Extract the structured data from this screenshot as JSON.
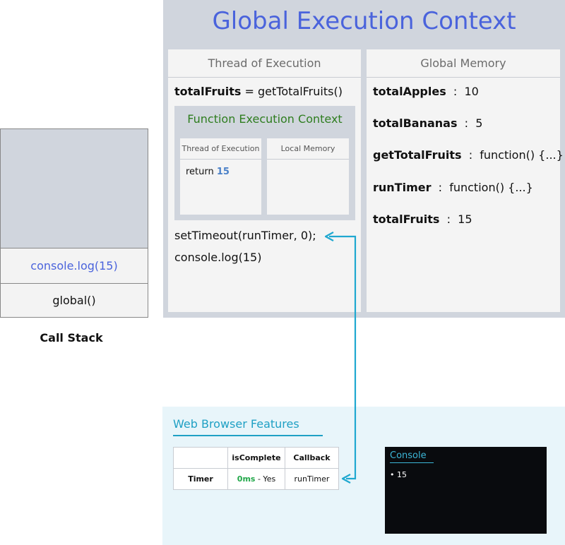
{
  "gec": {
    "title": "Global Execution Context",
    "thread": {
      "header": "Thread of Execution",
      "line1_bold": "totalFruits",
      "line1_rest": " = getTotalFruits()",
      "line2": "setTimeout(runTimer, 0);",
      "line3": "console.log(15)"
    },
    "fec": {
      "title": "Function Execution Context",
      "thread_header": "Thread of Execution",
      "local_header": "Local Memory",
      "return_kw": "return ",
      "return_val": "15"
    },
    "memory": {
      "header": "Global Memory",
      "rows": [
        {
          "name": "totalApples",
          "value": "10"
        },
        {
          "name": "totalBananas",
          "value": "5"
        },
        {
          "name": "getTotalFruits",
          "value": "function() {...}"
        },
        {
          "name": "runTimer",
          "value": "function() {...}"
        },
        {
          "name": "totalFruits",
          "value": "15"
        }
      ]
    }
  },
  "call_stack": {
    "frames": [
      "console.log(15)",
      "global()"
    ],
    "label": "Call Stack"
  },
  "web_browser": {
    "title": "Web Browser Features",
    "table": {
      "headers": [
        "",
        "isComplete",
        "Callback"
      ],
      "row": {
        "name": "Timer",
        "time": "0ms",
        "status": " - Yes",
        "callback": "runTimer"
      }
    },
    "console": {
      "title": "Console",
      "lines": [
        "• 15"
      ]
    }
  },
  "colors": {
    "accent_blue": "#4a63dc",
    "fec_green": "#2e7d1f",
    "arrow_cyan": "#1fa8d0"
  }
}
